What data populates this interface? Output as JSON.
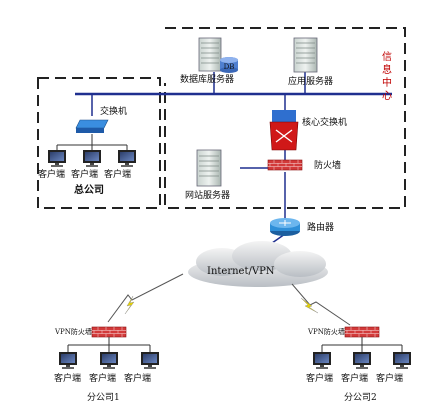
{
  "info_center": {
    "label_chars": [
      "信",
      "息",
      "中",
      "心"
    ]
  },
  "servers": {
    "database": "数据库服务器",
    "db_badge": "DB",
    "application": "应用服务器",
    "website": "网站服务器"
  },
  "core_switch": "核心交换机",
  "firewall": "防火墙",
  "router": "路由器",
  "internet": "Internet/VPN",
  "hq": {
    "switch": "交换机",
    "clients": [
      "客户端",
      "客户端",
      "客户端"
    ],
    "name": "总公司"
  },
  "branches": [
    {
      "vpn_firewall": "VPN防火墙",
      "clients": [
        "客户端",
        "客户端",
        "客户端"
      ],
      "name": "分公司1"
    },
    {
      "vpn_firewall": "VPN防火墙",
      "clients": [
        "客户端",
        "客户端",
        "客户端"
      ],
      "name": "分公司2"
    }
  ],
  "colors": {
    "backbone": "#1f2f8f",
    "info_center_text": "#c00000",
    "firewall": "#d23a3a",
    "router": "#2f8fd8",
    "core_switch": "#d01818",
    "lightning": "#e6d200"
  }
}
